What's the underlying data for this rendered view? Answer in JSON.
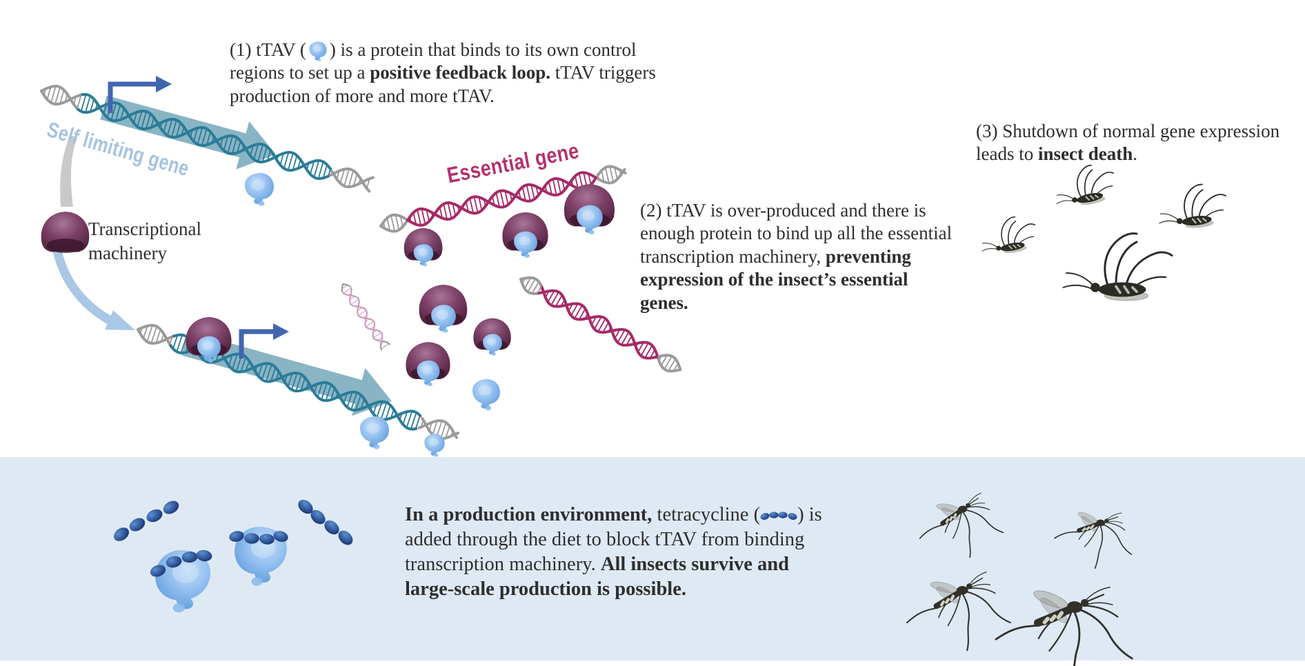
{
  "labels": {
    "self_limiting_gene": "Self limiting gene",
    "essential_gene": "Essential gene",
    "transcriptional_machinery": "Transcriptional machinery"
  },
  "rich_text": {
    "step1": [
      {
        "t": "(1) tTAV ("
      },
      {
        "icon": "ttav"
      },
      {
        "t": ") is a protein that binds to its own control"
      },
      {
        "br": true
      },
      {
        "t": "regions to set up a "
      },
      {
        "t": "positive feedback loop.",
        "b": true
      },
      {
        "t": " tTAV triggers"
      },
      {
        "br": true
      },
      {
        "t": "production of more and more tTAV."
      }
    ],
    "step2": [
      {
        "t": "(2) tTAV is over-produced and there is"
      },
      {
        "br": true
      },
      {
        "t": "enough protein to bind up all the essential"
      },
      {
        "br": true
      },
      {
        "t": "transcription machinery, "
      },
      {
        "t": "preventing",
        "b": true
      },
      {
        "br": true
      },
      {
        "t": "expression of the insect’s essential",
        "b": true
      },
      {
        "br": true
      },
      {
        "t": "genes.",
        "b": true
      }
    ],
    "step3": [
      {
        "t": "(3) Shutdown of normal gene expression"
      },
      {
        "br": true
      },
      {
        "t": "leads to "
      },
      {
        "t": "insect death",
        "b": true
      },
      {
        "t": "."
      }
    ],
    "production": [
      {
        "t": "In a production environment,",
        "b": true
      },
      {
        "t": " tetracycline ("
      },
      {
        "icon": "tet"
      },
      {
        "t": ") is"
      },
      {
        "br": true
      },
      {
        "t": "added through the diet to block tTAV from binding"
      },
      {
        "br": true
      },
      {
        "t": "transcription machinery. "
      },
      {
        "t": "All insects survive and",
        "b": true
      },
      {
        "br": true
      },
      {
        "t": "large-scale production is possible.",
        "b": true
      }
    ]
  },
  "icons": {
    "ttav_inline": "ttav-protein-icon",
    "tetracycline_inline": "tetracycline-dots-icon"
  },
  "colors": {
    "background_top": "#ffffff",
    "background_bottom": "#dfe9f4",
    "body_text": "#2e2e2e",
    "self_limiting_label": "#a6c3e1",
    "essential_label": "#b5316e",
    "dna_teal": "#2b7c97",
    "dna_pink": "#a62a66",
    "dna_fragment_pink": "#cf9bbd",
    "dna_end_gray": "#9b9b9b",
    "transcript_arrow_teal": "#74a7ba",
    "promoter_arrow_blue": "#4166b0",
    "ttav_blue": "#7db2e8",
    "machinery_purple": "#6e3157",
    "tetracycline_navy": "#1d4390",
    "connector_gray": "#c9c9c9",
    "connector_light_blue": "#aac7e5",
    "mosquito_dark": "#31312a"
  },
  "illustration": {
    "dead_mosquito_count": 4,
    "living_mosquito_count": 4,
    "free_ttav_blob_count": 4,
    "machinery_bound_by_ttav_count": 7,
    "free_tetracycline_cluster_count": 2,
    "ttav_blocked_by_tetracycline_count": 2
  }
}
